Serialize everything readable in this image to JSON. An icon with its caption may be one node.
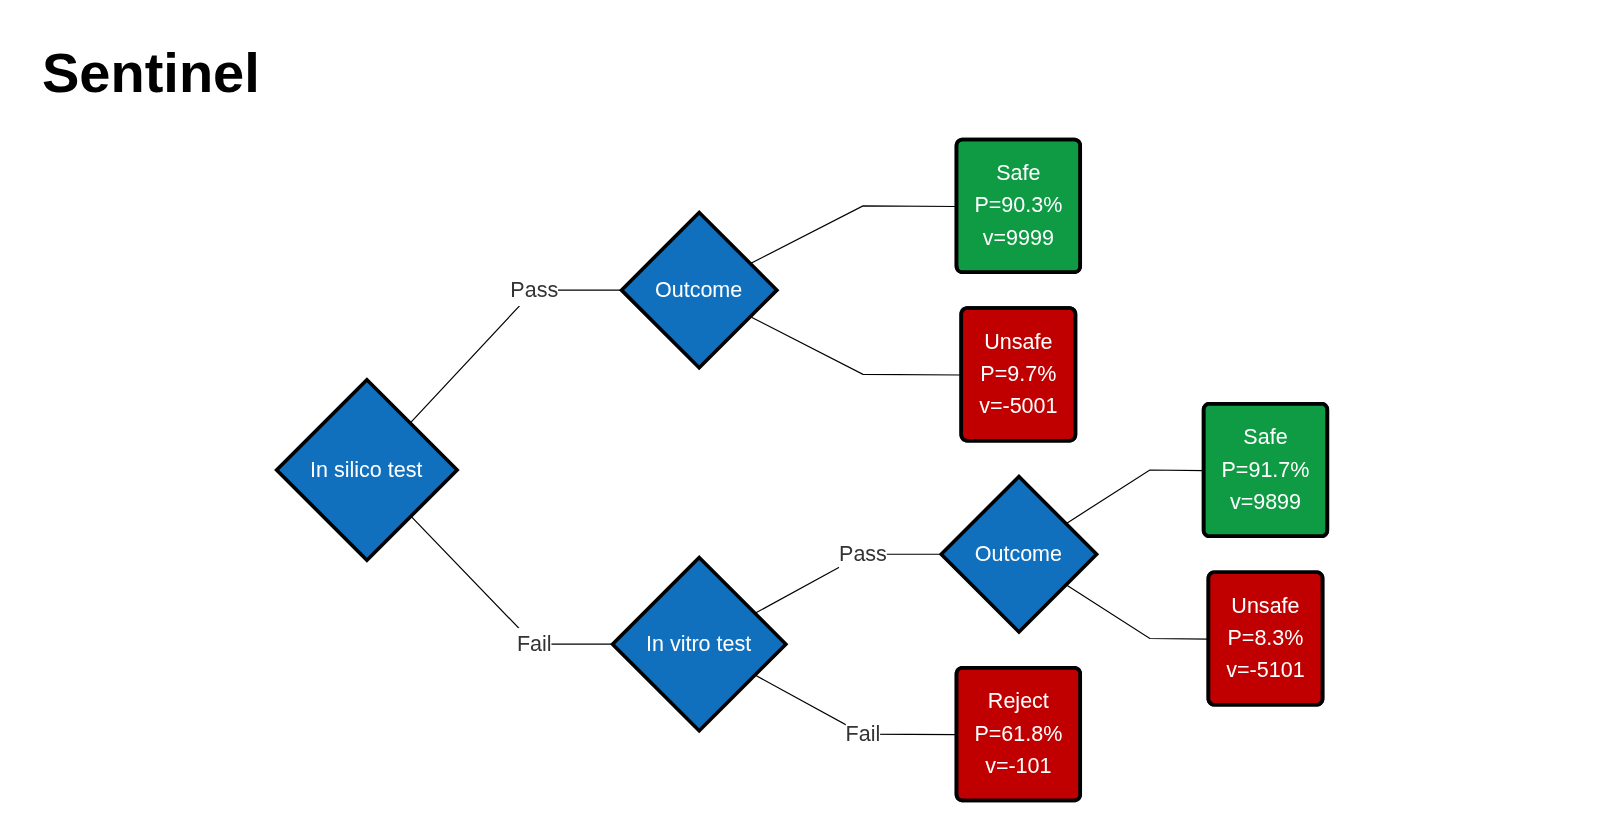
{
  "diagram": {
    "title": "Sentinel",
    "nodes": [
      {
        "text": [
          "In silico test"
        ]
      },
      {
        "text": [
          "Outcome"
        ]
      },
      {
        "text": [
          "In vitro test"
        ]
      },
      {
        "text": [
          "Outcome"
        ]
      },
      {
        "text": [
          "Safe",
          "P=90.3%",
          "v=9999"
        ]
      },
      {
        "text": [
          "Unsafe",
          "P=9.7%",
          "v=-5001"
        ]
      },
      {
        "text": [
          "Safe",
          "P=91.7%",
          "v=9899"
        ]
      },
      {
        "text": [
          "Unsafe",
          "P=8.3%",
          "v=-5101"
        ]
      },
      {
        "text": [
          "Reject",
          "P=61.8%",
          "v=-101"
        ]
      }
    ],
    "edges": [
      {
        "from": 0,
        "to": 1,
        "arrow": "none",
        "label": "Pass"
      },
      {
        "from": 0,
        "to": 2,
        "arrow": "none",
        "label": "Fail"
      },
      {
        "from": 1,
        "to": 4,
        "arrow": "none"
      },
      {
        "from": 1,
        "to": 5,
        "arrow": "none"
      },
      {
        "from": 2,
        "to": 3,
        "arrow": "none",
        "label": "Pass"
      },
      {
        "from": 2,
        "to": 8,
        "arrow": "none",
        "label": "Fail"
      },
      {
        "from": 3,
        "to": 6,
        "arrow": "none"
      },
      {
        "from": 3,
        "to": 7,
        "arrow": "none"
      }
    ]
  }
}
